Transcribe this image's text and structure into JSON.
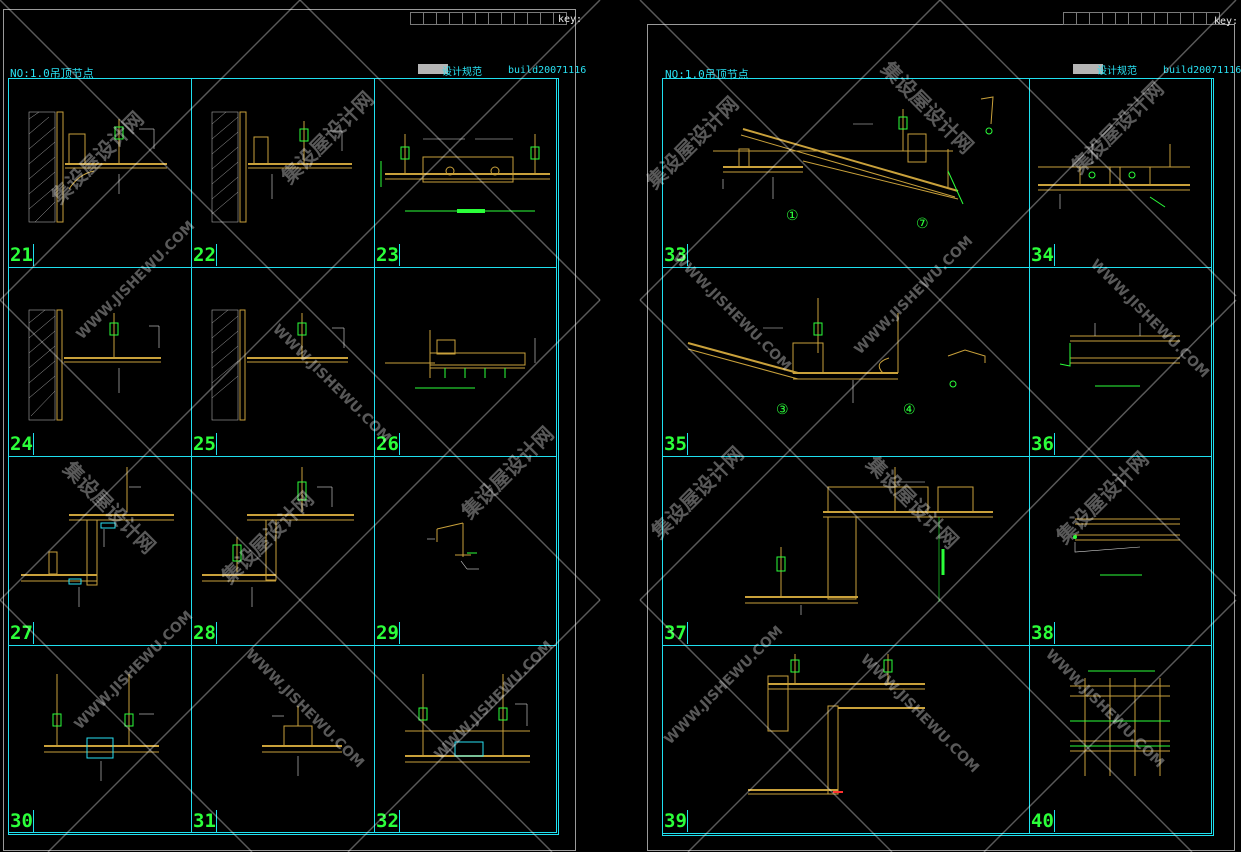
{
  "sheets": [
    {
      "key_label": "key:",
      "header_left": "NO:1.0吊顶节点",
      "header_mid": "设计规范",
      "header_right": "build20071116",
      "details": [
        "21",
        "22",
        "23",
        "24",
        "25",
        "26",
        "27",
        "28",
        "29",
        "30",
        "31",
        "32"
      ]
    },
    {
      "key_label": "key:",
      "header_left": "NO:1.0吊顶节点",
      "header_mid": "设计规范",
      "header_right": "build20071116",
      "details": [
        "33",
        "34",
        "35",
        "36",
        "37",
        "38",
        "39",
        "40"
      ],
      "callouts": [
        "①",
        "⑦",
        "③",
        "④"
      ]
    }
  ],
  "watermarks": [
    "集设屋设计网",
    "WWW.JISHEWU.COM"
  ],
  "colors": {
    "background": "#000000",
    "frame": "#1fe0f0",
    "detail_number": "#2bff3a",
    "drawing_line": "#c9a13b",
    "dimension": "#e0e0e0",
    "watermark": "#ffffff"
  }
}
